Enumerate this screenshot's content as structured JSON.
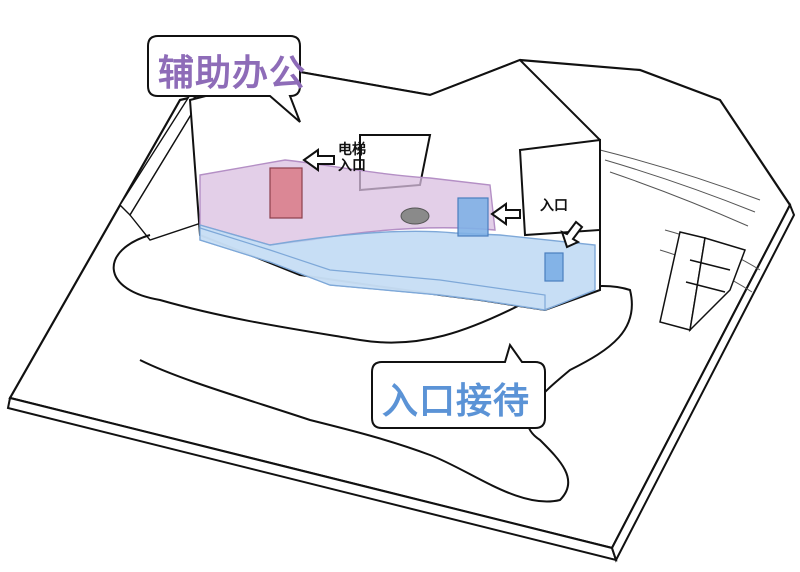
{
  "callouts": {
    "office": {
      "text": "辅助办公",
      "color": "#8e6cb8"
    },
    "reception": {
      "text": "入口接待",
      "color": "#5b93d6"
    }
  },
  "labels": {
    "elevator_line1": "电梯",
    "elevator_line2": "入口",
    "entrance": "入口"
  },
  "zones": {
    "office_fill": "#d9bfe0",
    "reception_fill": "#b9d6f2",
    "elevator_core_fill": "#d97a86",
    "reception_box_fill": "#7fb0e6",
    "shadow_fill": "#9a9a9a"
  },
  "icons": {
    "arrow": "hollow-arrow-icon"
  }
}
